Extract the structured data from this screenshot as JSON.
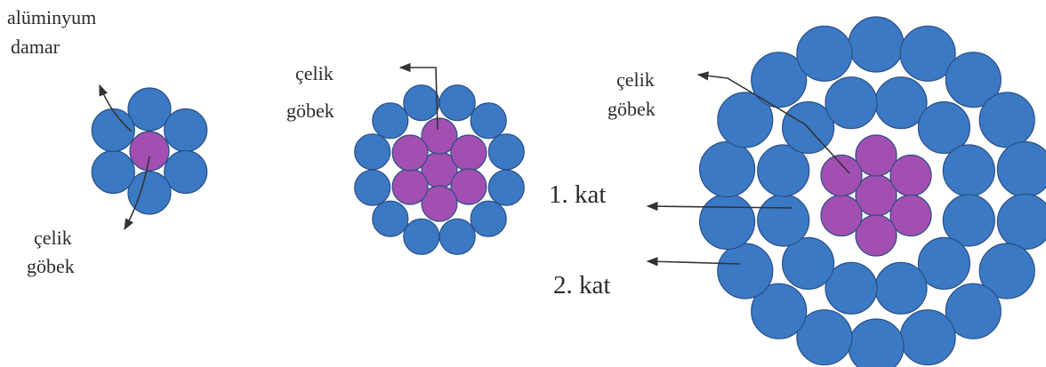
{
  "colors": {
    "aluminum": "#3b79c4",
    "steel": "#a34fb1",
    "outline": "#2a4f85",
    "arrow": "#333333",
    "background": "#ffffff"
  },
  "labels": {
    "aluminum_line1": "alüminyum",
    "aluminum_line2": "damar",
    "steel_core_a_line1": "çelik",
    "steel_core_a_line2": "göbek",
    "steel_core_b_line1": "çelik",
    "steel_core_b_line2": "göbek",
    "steel_core_c_line1": "çelik",
    "steel_core_c_line2": "göbek",
    "layer1": "1.  kat",
    "layer2": "2.  kat"
  },
  "conductors": [
    {
      "name": "conductor-small",
      "steel_strands": 1,
      "aluminum_strands": 6
    },
    {
      "name": "conductor-medium",
      "steel_strands": 7,
      "aluminum_strands": 12
    },
    {
      "name": "conductor-large",
      "steel_strands": 7,
      "aluminum_strands": 30
    }
  ]
}
